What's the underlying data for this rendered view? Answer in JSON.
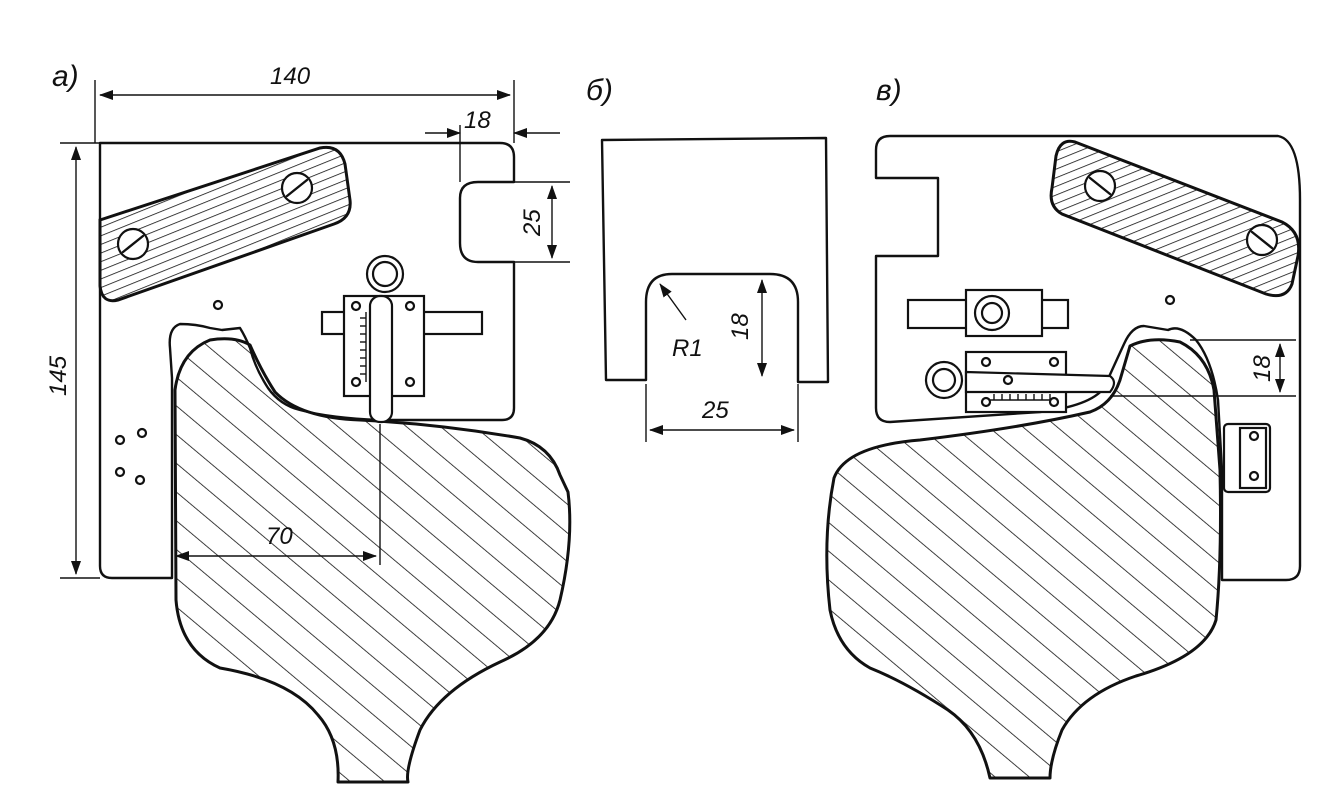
{
  "panels": {
    "a": "а)",
    "b": "б)",
    "c": "в)"
  },
  "dimensions": {
    "a_width": "140",
    "a_notch_offset": "18",
    "a_notch_height": "25",
    "a_height": "145",
    "a_center": "70",
    "b_radius": "R1",
    "b_depth": "18",
    "b_width": "25",
    "c_height": "18"
  },
  "colors": {
    "ink": "#111111",
    "paper": "#ffffff"
  }
}
